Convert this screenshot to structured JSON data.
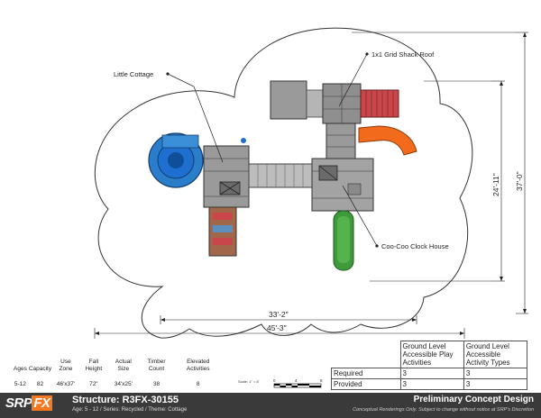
{
  "labels": {
    "little_cottage": "Little Cottage",
    "grid_shack_roof": "1x1 Grid Shack Roof",
    "clock_house": "Coo-Coo Clock House"
  },
  "dimensions": {
    "width_inner": "33'-2\"",
    "width_outer": "45'-3\"",
    "depth_inner": "24'-11\"",
    "depth_outer": "37'-0\""
  },
  "specs": {
    "headers": [
      "Ages",
      "Capacity",
      "Use Zone",
      "Fall Height",
      "Actual Size",
      "Timber Count",
      "Elevated Activities"
    ],
    "values": [
      "5-12",
      "82",
      "46'x37'",
      "72\"",
      "34'x25'",
      "38",
      "8"
    ]
  },
  "scale": {
    "label": "Scale: 1\" = 8'",
    "marks": [
      "0",
      "4",
      "8"
    ]
  },
  "accessibility": {
    "columns": [
      "Ground Level Accessible Play Activities",
      "Ground Level Accessible Activity Types"
    ],
    "rows": [
      {
        "label": "Required",
        "values": [
          "3",
          "3"
        ]
      },
      {
        "label": "Provided",
        "values": [
          "3",
          "3"
        ]
      }
    ]
  },
  "footer": {
    "logo_a": "SRP",
    "logo_b": "FX",
    "structure": "Structure: R3FX-30155",
    "subtitle": "Age: 5 - 12 / Series: Recycled / Theme: Cottage",
    "title": "Preliminary Concept Design",
    "disclaimer": "Conceptual Renderings Only. Subject to change without notice at SRP's Discretion"
  },
  "colors": {
    "tube_slide": "#1f6fd1",
    "spiral_slide": "#2a7ec9",
    "straight_slide_green": "#3f9a3a",
    "curved_slide_orange": "#f26a1b",
    "roof_red": "#c9464a",
    "deck_gray": "#9a9a9a",
    "climber_brown": "#8a5a3a"
  }
}
